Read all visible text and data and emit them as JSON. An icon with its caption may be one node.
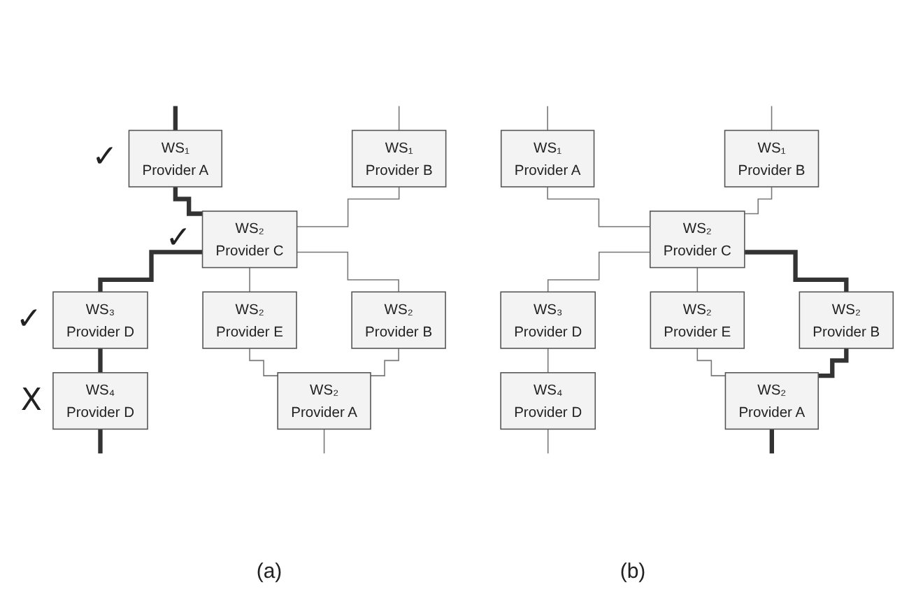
{
  "diagram": {
    "nodes": [
      {
        "text": [
          "WS₁",
          "Provider A"
        ],
        "beside": [
          "✓"
        ]
      },
      {
        "text": [
          "WS₁",
          "Provider B"
        ]
      },
      {
        "text": [
          "WS₂",
          "Provider C"
        ],
        "beside": [
          "✓"
        ]
      },
      {
        "text": [
          "WS₃",
          "Provider D"
        ],
        "beside": [
          "✓"
        ]
      },
      {
        "text": [
          "WS₂",
          "Provider E"
        ]
      },
      {
        "text": [
          "WS₂",
          "Provider B"
        ]
      },
      {
        "text": [
          "WS₄",
          "Provider D"
        ],
        "beside": [
          "X"
        ]
      },
      {
        "text": [
          "WS₂",
          "Provider A"
        ]
      },
      {
        "text": [
          "WS₁",
          "Provider A"
        ]
      },
      {
        "text": [
          "WS₁",
          "Provider B"
        ]
      },
      {
        "text": [
          "WS₂",
          "Provider C"
        ]
      },
      {
        "text": [
          "WS₃",
          "Provider D"
        ]
      },
      {
        "text": [
          "WS₂",
          "Provider E"
        ]
      },
      {
        "text": [
          "WS₂",
          "Provider B"
        ]
      },
      {
        "text": [
          "WS₄",
          "Provider D"
        ]
      },
      {
        "text": [
          "WS₂",
          "Provider A"
        ]
      }
    ],
    "edges": [
      {
        "from": null,
        "to": 0,
        "arrow": "none",
        "style": "thick"
      },
      {
        "from": null,
        "to": 1,
        "arrow": "none"
      },
      {
        "from": 0,
        "to": 2,
        "arrow": "none",
        "style": "thick"
      },
      {
        "from": 1,
        "to": 2,
        "arrow": "none"
      },
      {
        "from": 2,
        "to": 3,
        "arrow": "none",
        "style": "thick"
      },
      {
        "from": 2,
        "to": 4,
        "arrow": "none"
      },
      {
        "from": 2,
        "to": 5,
        "arrow": "none"
      },
      {
        "from": 3,
        "to": 6,
        "arrow": "none",
        "style": "thick"
      },
      {
        "from": 4,
        "to": 7,
        "arrow": "none"
      },
      {
        "from": 5,
        "to": 7,
        "arrow": "none"
      },
      {
        "from": 6,
        "to": null,
        "arrow": "none",
        "style": "thick"
      },
      {
        "from": 7,
        "to": null,
        "arrow": "none"
      },
      {
        "from": null,
        "to": 8,
        "arrow": "none"
      },
      {
        "from": null,
        "to": 9,
        "arrow": "none"
      },
      {
        "from": 8,
        "to": 10,
        "arrow": "none"
      },
      {
        "from": 9,
        "to": 10,
        "arrow": "none"
      },
      {
        "from": 10,
        "to": 11,
        "arrow": "none"
      },
      {
        "from": 10,
        "to": 12,
        "arrow": "none"
      },
      {
        "from": 10,
        "to": 13,
        "arrow": "none",
        "style": "thick"
      },
      {
        "from": 11,
        "to": 14,
        "arrow": "none"
      },
      {
        "from": 12,
        "to": 15,
        "arrow": "none"
      },
      {
        "from": 13,
        "to": 15,
        "arrow": "none",
        "style": "thick"
      },
      {
        "from": 14,
        "to": null,
        "arrow": "none"
      },
      {
        "from": 15,
        "to": null,
        "arrow": "none",
        "style": "thick"
      }
    ],
    "labels": [
      "(a)",
      "(b)"
    ]
  }
}
